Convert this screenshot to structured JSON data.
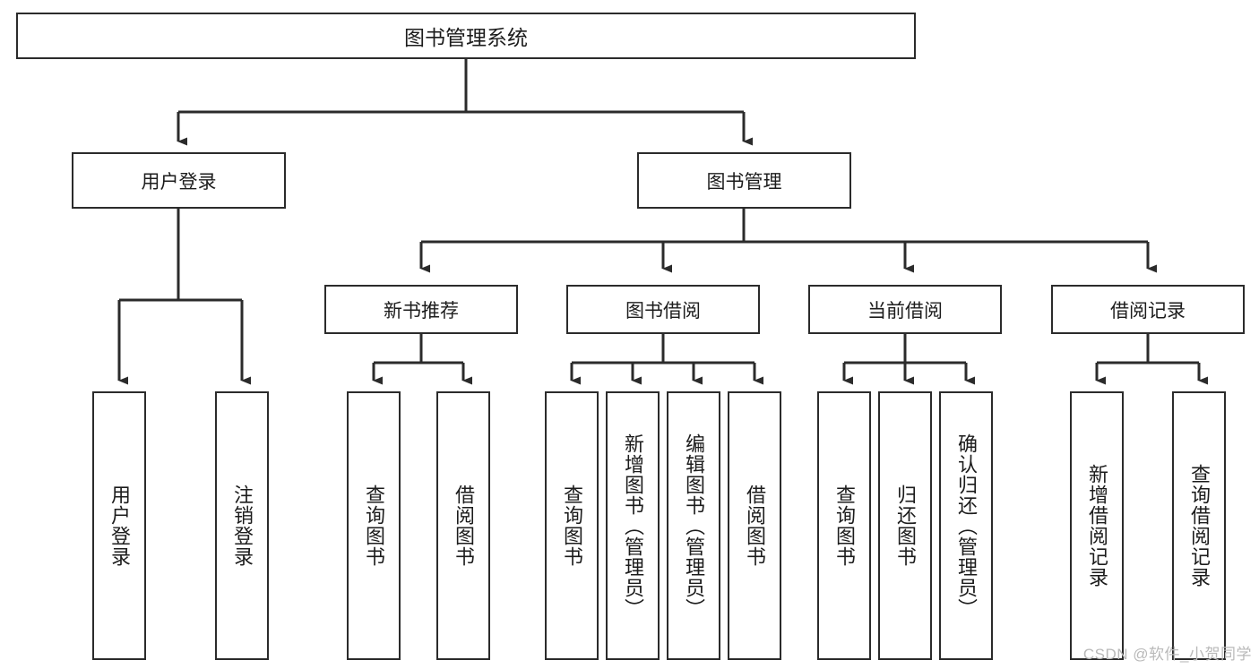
{
  "diagram": {
    "title": "图书管理系统",
    "type": "tree-structure-chart",
    "root": {
      "label": "图书管理系统"
    },
    "level2": [
      {
        "label": "用户登录"
      },
      {
        "label": "图书管理"
      }
    ],
    "level3": [
      {
        "label": "新书推荐"
      },
      {
        "label": "图书借阅"
      },
      {
        "label": "当前借阅"
      },
      {
        "label": "借阅记录"
      }
    ],
    "leaves": {
      "user_login": [
        {
          "label": "用户登录"
        },
        {
          "label": "注销登录"
        }
      ],
      "new_book_recommend": [
        {
          "label": "查询图书"
        },
        {
          "label": "借阅图书"
        }
      ],
      "book_borrow": [
        {
          "label": "查询图书"
        },
        {
          "label": "新增图书（管理员）"
        },
        {
          "label": "编辑图书（管理员）"
        },
        {
          "label": "借阅图书"
        }
      ],
      "current_borrow": [
        {
          "label": "查询图书"
        },
        {
          "label": "归还图书"
        },
        {
          "label": "确认归还（管理员）"
        }
      ],
      "borrow_record": [
        {
          "label": "新增借阅记录"
        },
        {
          "label": "查询借阅记录"
        }
      ]
    },
    "watermark": "CSDN @软件_小贺同学",
    "colors": {
      "stroke": "#2b2b2b",
      "fill": "#ffffff",
      "text": "#1c1c1c",
      "watermark": "#b9b9b9"
    }
  }
}
